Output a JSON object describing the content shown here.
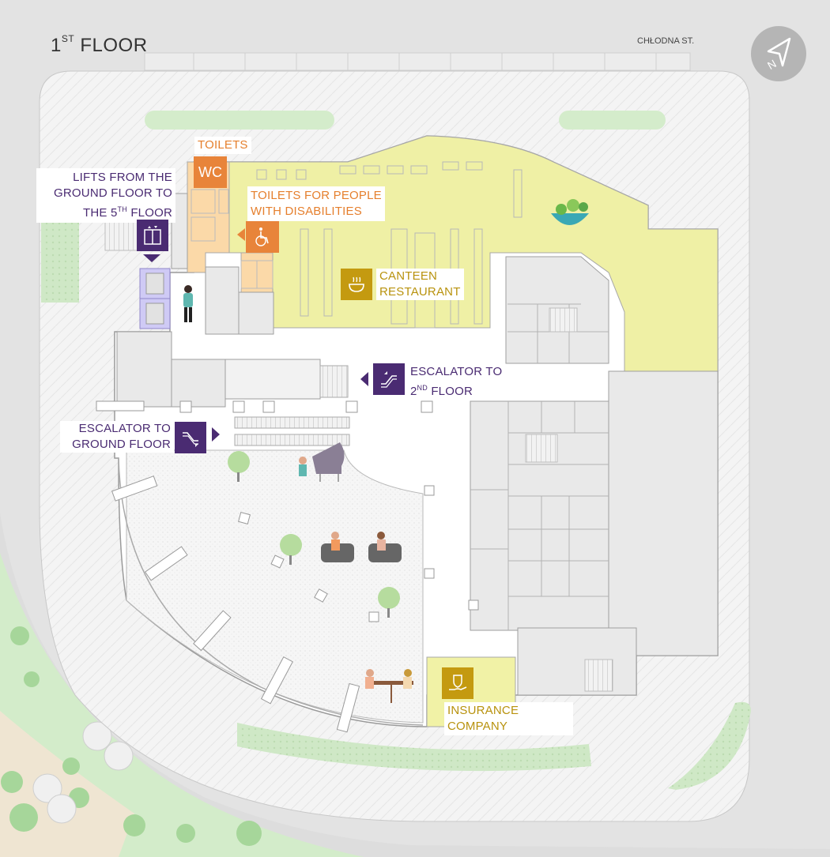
{
  "floor": {
    "number": "1",
    "suffix": "ST",
    "word": "FLOOR"
  },
  "street": "CHŁODNA ST.",
  "compass": {
    "letter": "N"
  },
  "labels": {
    "toilets": "TOILETS",
    "wc": "WC",
    "lifts": {
      "line1": "LIFTS FROM THE",
      "line2": "GROUND FLOOR TO",
      "line3": "THE 5",
      "sup": "TH",
      "line3b": " FLOOR"
    },
    "disabled": {
      "line1": "TOILETS FOR PEOPLE",
      "line2": "WITH DISABILITIES"
    },
    "canteen": {
      "line1": "CANTEEN",
      "line2": "RESTAURANT"
    },
    "escalator_up": {
      "line1": "ESCALATOR TO",
      "line2a": "2",
      "sup": "ND",
      "line2b": " FLOOR"
    },
    "escalator_down": {
      "line1": "ESCALATOR TO",
      "line2": "GROUND FLOOR"
    },
    "insurance": {
      "line1": "INSURANCE",
      "line2": "COMPANY"
    }
  },
  "icons": [
    "lift-icon",
    "wc-icon",
    "wheelchair-icon",
    "food-bowl-icon",
    "escalator-up-icon",
    "escalator-down-icon",
    "insurance-hand-icon",
    "salad-icon",
    "person-icon",
    "piano-icon",
    "tree-icon",
    "sofa-icon",
    "cafe-table-icon",
    "compass-icon"
  ],
  "colors": {
    "purple": "#4a2b72",
    "orange": "#e8843a",
    "gold": "#c49a10",
    "canteen": "#eff0a5",
    "toilets": "#fbd9a8",
    "lifts": "#cfcaf5",
    "green": "#d6eccf",
    "rooms": "#e9e9e9"
  }
}
